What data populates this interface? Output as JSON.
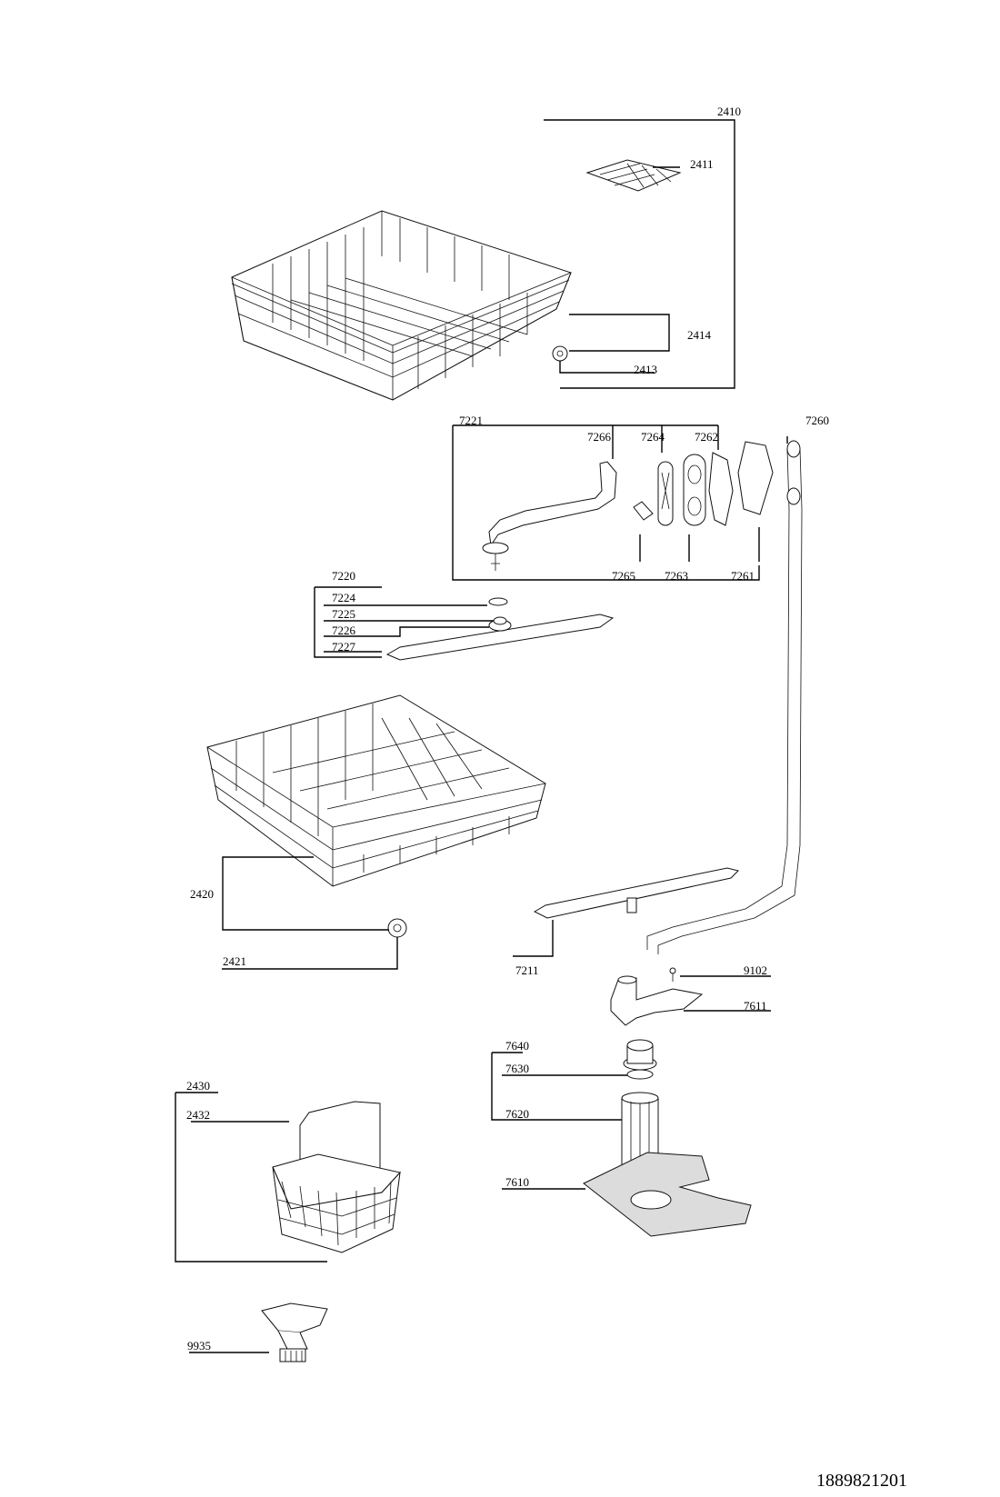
{
  "labels": {
    "2410": "2410",
    "2411": "2411",
    "2414": "2414",
    "2413": "2413",
    "7221": "7221",
    "7260": "7260",
    "7266": "7266",
    "7264": "7264",
    "7262": "7262",
    "7265": "7265",
    "7263": "7263",
    "7261": "7261",
    "7220": "7220",
    "7224": "7224",
    "7225": "7225",
    "7226": "7226",
    "7227": "7227",
    "2420": "2420",
    "2421": "2421",
    "7211": "7211",
    "9102": "9102",
    "7611": "7611",
    "7640": "7640",
    "7630": "7630",
    "7620": "7620",
    "7610": "7610",
    "2430": "2430",
    "2432": "2432",
    "9935": "9935"
  },
  "document_number": "1889821201"
}
